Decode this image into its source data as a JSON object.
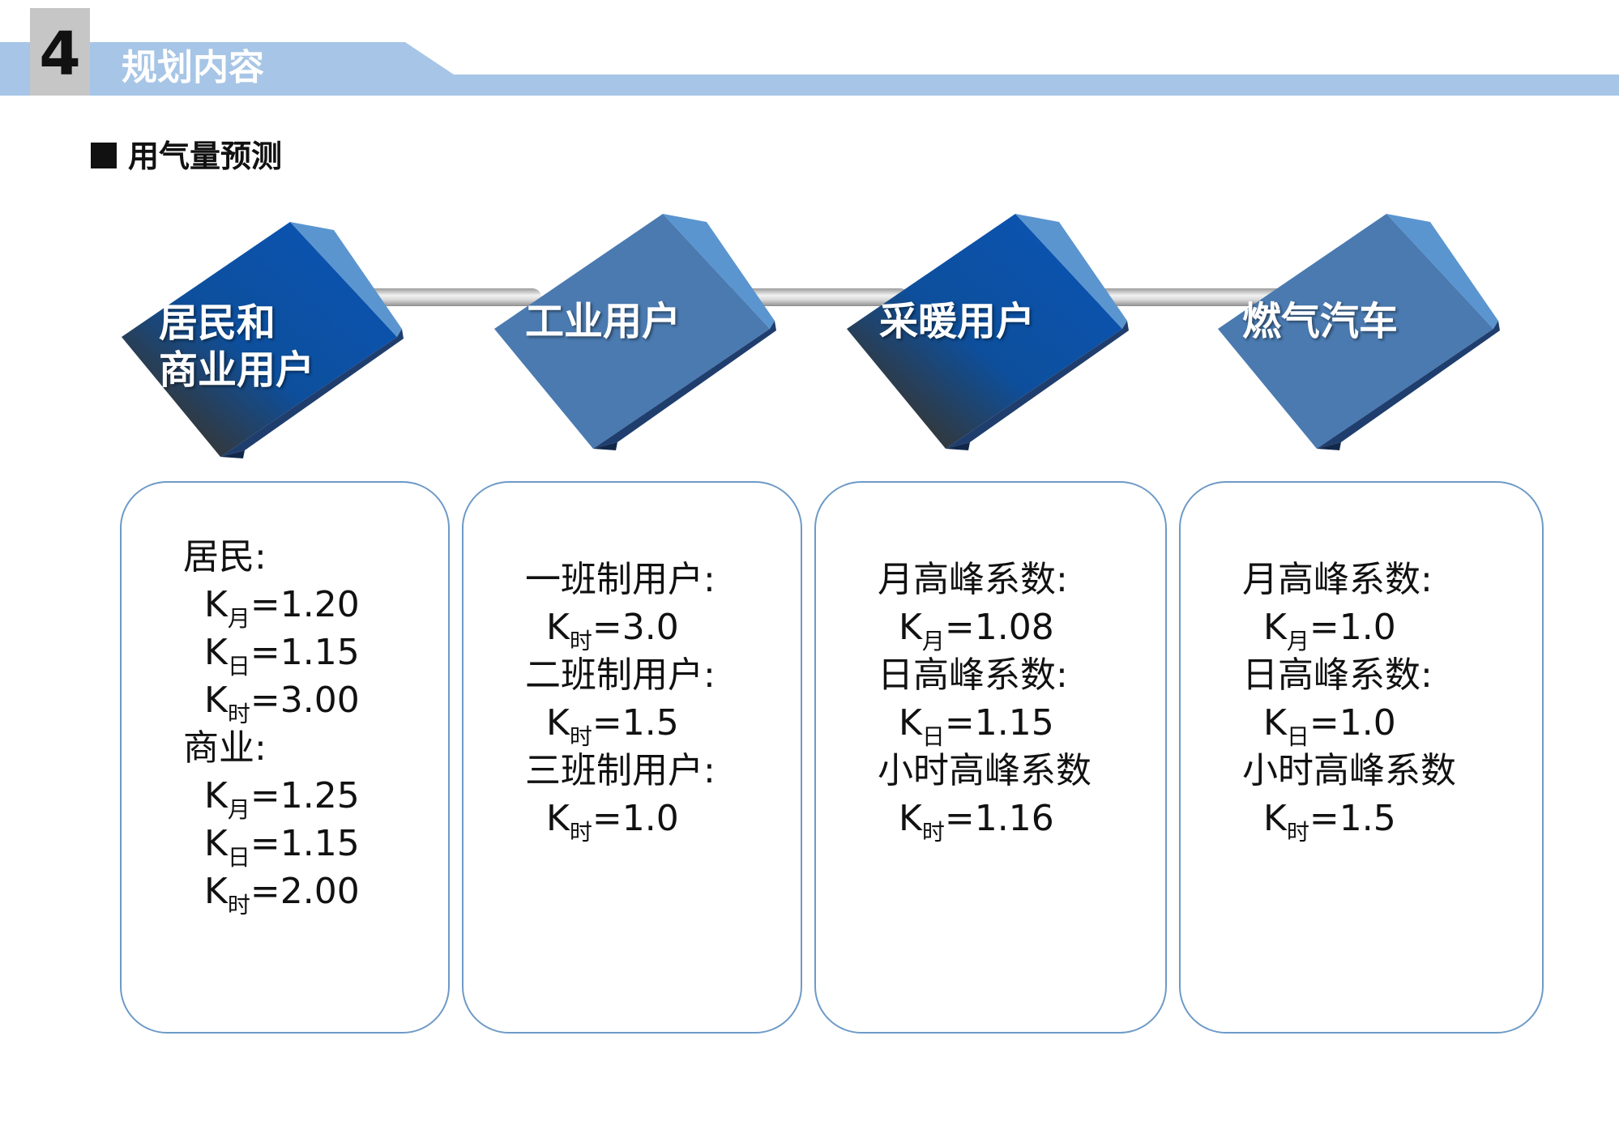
{
  "header": {
    "section_number": "4",
    "section_title": "规划内容"
  },
  "subheading": {
    "marker_icon": "square-bullet-icon",
    "title": "用气量预测"
  },
  "categories": [
    {
      "label_line1": "居民和",
      "label_line2": "商业用户",
      "color": "#0a55b8"
    },
    {
      "label_line1": "工业用户",
      "label_line2": "",
      "color": "#4a7ab0"
    },
    {
      "label_line1": "采暖用户",
      "label_line2": "",
      "color": "#0a55b8"
    },
    {
      "label_line1": "燃气汽车",
      "label_line2": "",
      "color": "#4a7ab0"
    }
  ],
  "cards": [
    {
      "lines": [
        {
          "text": "居民:",
          "indent": false
        },
        {
          "k": "K",
          "sub": "月",
          "value": "=1.20",
          "indent": true
        },
        {
          "k": "K",
          "sub": "日",
          "value": "=1.15",
          "indent": true
        },
        {
          "k": "K",
          "sub": "时",
          "value": "=3.00",
          "indent": true
        },
        {
          "text": "商业:",
          "indent": false
        },
        {
          "k": "K",
          "sub": "月",
          "value": "=1.25",
          "indent": true
        },
        {
          "k": "K",
          "sub": "日",
          "value": "=1.15",
          "indent": true
        },
        {
          "k": "K",
          "sub": "时",
          "value": "=2.00",
          "indent": true
        }
      ]
    },
    {
      "lines": [
        {
          "text": "一班制用户:",
          "indent": false
        },
        {
          "k": "K",
          "sub": "时",
          "value": "=3.0",
          "indent": true
        },
        {
          "text": "二班制用户:",
          "indent": false
        },
        {
          "k": "K",
          "sub": "时",
          "value": "=1.5",
          "indent": true
        },
        {
          "text": "三班制用户:",
          "indent": false
        },
        {
          "k": "K",
          "sub": "时",
          "value": "=1.0",
          "indent": true
        }
      ]
    },
    {
      "lines": [
        {
          "text": "月高峰系数:",
          "indent": false
        },
        {
          "k": "K",
          "sub": "月",
          "value": "=1.08",
          "indent": true
        },
        {
          "text": "日高峰系数:",
          "indent": false
        },
        {
          "k": "K",
          "sub": "日",
          "value": "=1.15",
          "indent": true
        },
        {
          "text": "小时高峰系数",
          "indent": false
        },
        {
          "k": "K",
          "sub": "时",
          "value": "=1.16",
          "indent": true
        }
      ]
    },
    {
      "lines": [
        {
          "text": "月高峰系数:",
          "indent": false
        },
        {
          "k": "K",
          "sub": "月",
          "value": "=1.0",
          "indent": true
        },
        {
          "text": "日高峰系数:",
          "indent": false
        },
        {
          "k": "K",
          "sub": "日",
          "value": "=1.0",
          "indent": true
        },
        {
          "text": "小时高峰系数",
          "indent": false
        },
        {
          "k": "K",
          "sub": "时",
          "value": "=1.5",
          "indent": true
        }
      ]
    }
  ]
}
